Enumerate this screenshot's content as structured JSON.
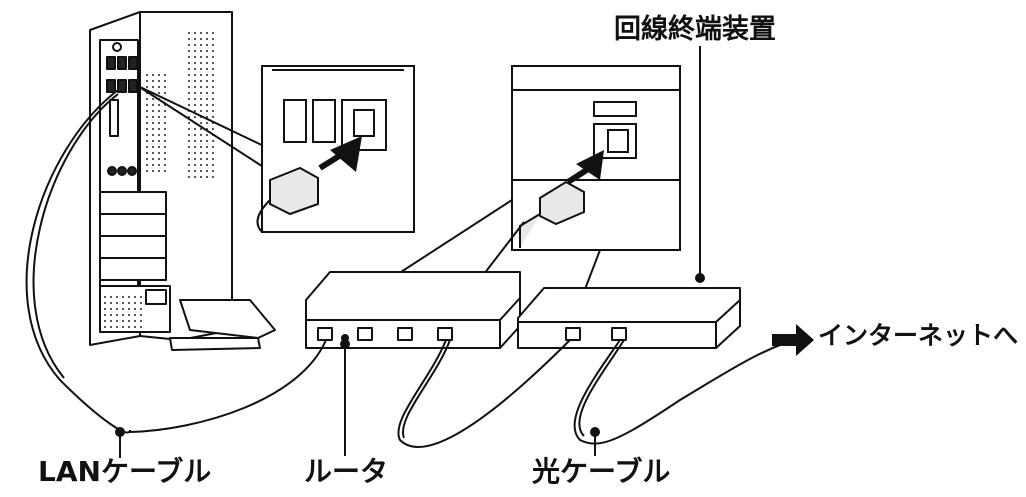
{
  "labels": {
    "onu": "回線終端装置",
    "internet": "インターネットへ",
    "lan_cable": "LANケーブル",
    "router": "ルータ",
    "fiber_cable": "光ケーブル"
  }
}
